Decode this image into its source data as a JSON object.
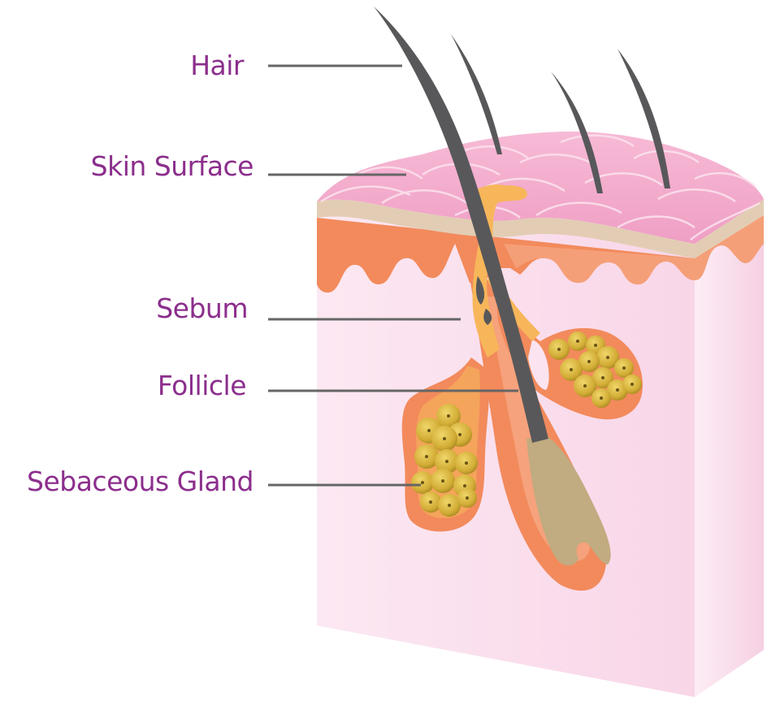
{
  "diagram": {
    "subject": "Hair follicle and sebaceous gland cross-section",
    "label_color": "#8b2e8c",
    "leader_line_color": "#666666",
    "labels": [
      {
        "id": "hair",
        "text": "Hair"
      },
      {
        "id": "skin-surface",
        "text": "Skin Surface"
      },
      {
        "id": "sebum",
        "text": "Sebum"
      },
      {
        "id": "follicle",
        "text": "Follicle"
      },
      {
        "id": "sebaceous-gland",
        "text": "Sebaceous Gland"
      }
    ],
    "colors": {
      "skin_surface_pink": "#f2a9c9",
      "scale_highlight": "#fbe0ec",
      "epidermis_beige": "#e2cdb4",
      "dermis_orange": "#f28a5c",
      "dermis_light_orange": "#f6a27c",
      "tissue_pink": "#fbe3ef",
      "hair_gray": "#58585a",
      "sebum_yellow": "#f7b65a",
      "gland_cell_gold": "#d4b13a",
      "hair_bulb_tan": "#c1ab80"
    }
  }
}
